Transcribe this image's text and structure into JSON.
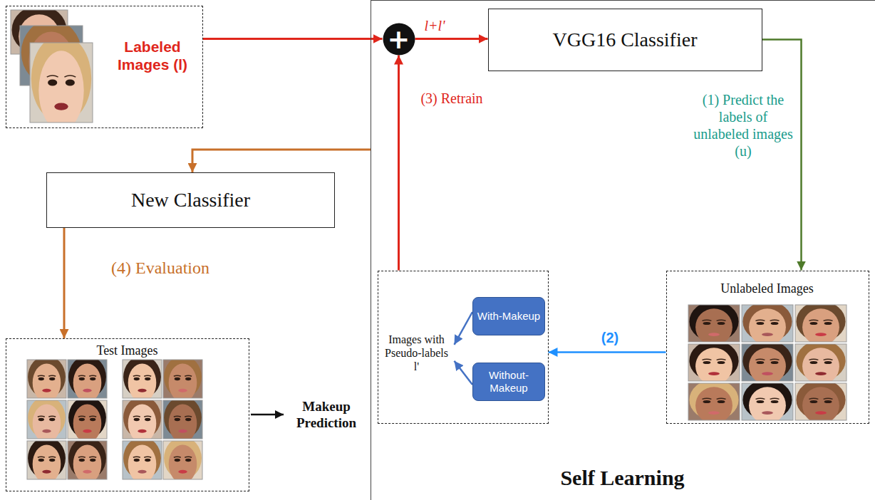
{
  "diagram": {
    "nodes": [
      {
        "text": [
          "Labeled Images (l)"
        ]
      },
      {
        "text": [
          "Self Learning"
        ]
      },
      {
        "text": [
          "+"
        ],
        "in": 1
      },
      {
        "text": [
          "VGG16 Classifier"
        ],
        "in": 1
      },
      {
        "text": [
          "Unlabeled Images"
        ],
        "in": 1
      },
      {
        "text": [
          "Images with Pseudo-labels l'"
        ],
        "in": 1
      },
      {
        "text": [
          "With-Makeup"
        ],
        "in": 5
      },
      {
        "text": [
          "Without-Makeup"
        ],
        "in": 5
      },
      {
        "text": [
          "New Classifier"
        ]
      },
      {
        "text": [
          "Test Images"
        ]
      }
    ],
    "edges": [
      {
        "from": 0,
        "to": 2,
        "arrow": "to"
      },
      {
        "from": 2,
        "to": 3,
        "label": "l+l'",
        "arrow": "to"
      },
      {
        "from": 3,
        "to": 4,
        "label": "(1) Predict the labels of unlabeled images (u)",
        "arrow": "to"
      },
      {
        "from": 4,
        "to": 5,
        "label": "(2)",
        "arrow": "to"
      },
      {
        "from": 6,
        "to": 5,
        "arrow": "to"
      },
      {
        "from": 7,
        "to": 5,
        "arrow": "to"
      },
      {
        "from": 5,
        "to": 2,
        "label": "(3) Retrain",
        "arrow": "to"
      },
      {
        "from": 1,
        "to": 8,
        "arrow": "to"
      },
      {
        "from": 8,
        "to": 9,
        "label": "(4) Evaluation",
        "arrow": "to"
      }
    ],
    "labels": [
      "Makeup Prediction"
    ]
  }
}
